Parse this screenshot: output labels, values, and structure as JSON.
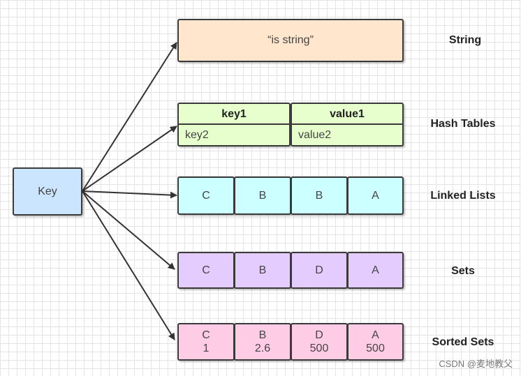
{
  "key": {
    "label": "Key",
    "color": "#cce5ff"
  },
  "string": {
    "value": "“is string”",
    "type_label": "String",
    "color": "#ffe6cc"
  },
  "hash": {
    "type_label": "Hash Tables",
    "color": "#e6ffcc",
    "header_key": "key1",
    "header_value": "value1",
    "row_key": "key2",
    "row_value": "value2"
  },
  "linked_list": {
    "type_label": "Linked Lists",
    "color": "#ccffff",
    "items": [
      "C",
      "B",
      "B",
      "A"
    ]
  },
  "sets": {
    "type_label": "Sets",
    "color": "#e5ccff",
    "items": [
      "C",
      "B",
      "D",
      "A"
    ]
  },
  "sorted_sets": {
    "type_label": "Sorted Sets",
    "color": "#ffcce6",
    "items": [
      {
        "member": "C",
        "score": "1"
      },
      {
        "member": "B",
        "score": "2.6"
      },
      {
        "member": "D",
        "score": "500"
      },
      {
        "member": "A",
        "score": "500"
      }
    ]
  },
  "watermark": "CSDN @麦地教父"
}
